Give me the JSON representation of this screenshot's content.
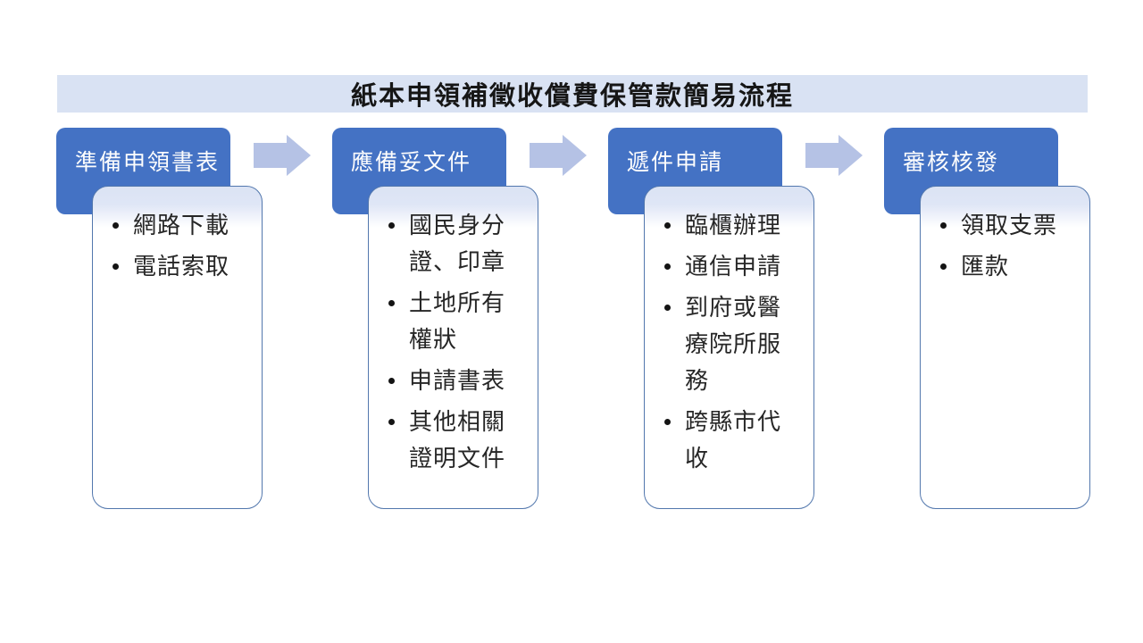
{
  "title": "紙本申領補徵收償費保管款簡易流程",
  "colors": {
    "accent_blue": "#4472C4",
    "arrow_light_blue": "#B5C2E5",
    "banner_background": "#D9E2F3",
    "card_border": "#5277AD",
    "body_text": "#262626"
  },
  "flow": {
    "arrow_icon": "right-block-arrow",
    "steps": [
      {
        "header": "準備申領書表",
        "items": [
          "網路下載",
          "電話索取"
        ]
      },
      {
        "header": "應備妥文件",
        "items": [
          "國民身分證、印章",
          "土地所有權狀",
          "申請書表",
          "其他相關證明文件"
        ]
      },
      {
        "header": "遞件申請",
        "items": [
          "臨櫃辦理",
          "通信申請",
          "到府或醫療院所服務",
          "跨縣市代收"
        ]
      },
      {
        "header": "審核核發",
        "items": [
          "領取支票",
          "匯款"
        ]
      }
    ]
  }
}
